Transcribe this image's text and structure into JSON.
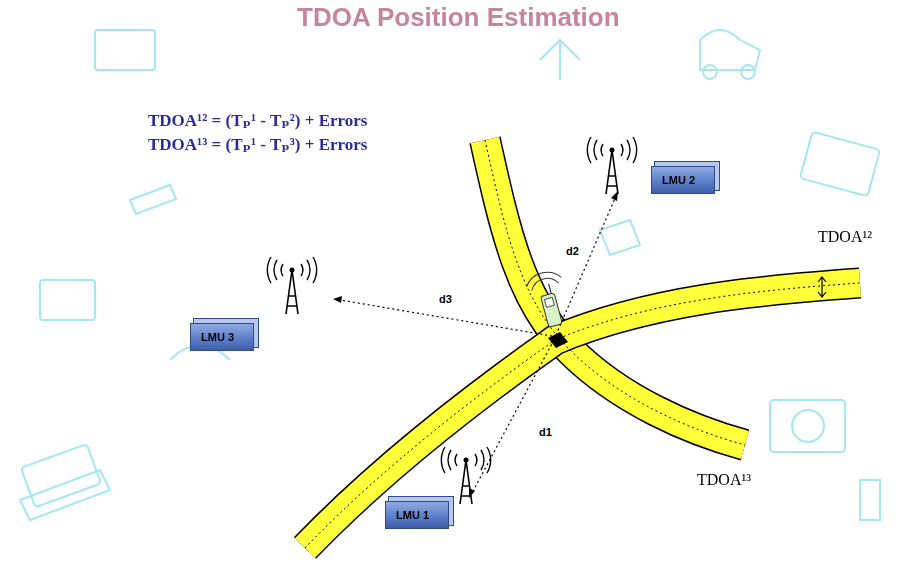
{
  "diagram": {
    "title": "TDOA Position Estimation",
    "nodes": [
      {
        "text": [
          "LMU 2"
        ]
      },
      {
        "text": [
          "LMU 3"
        ]
      },
      {
        "text": [
          "LMU 1"
        ]
      }
    ],
    "labels": [
      "TDOA¹² = (Tₚ¹ - Tₚ²) + Errors",
      "TDOA¹³ = (Tₚ¹ - Tₚ³) + Errors",
      "d2",
      "d3",
      "d1",
      "TDOA¹²",
      "TDOA¹³"
    ]
  }
}
